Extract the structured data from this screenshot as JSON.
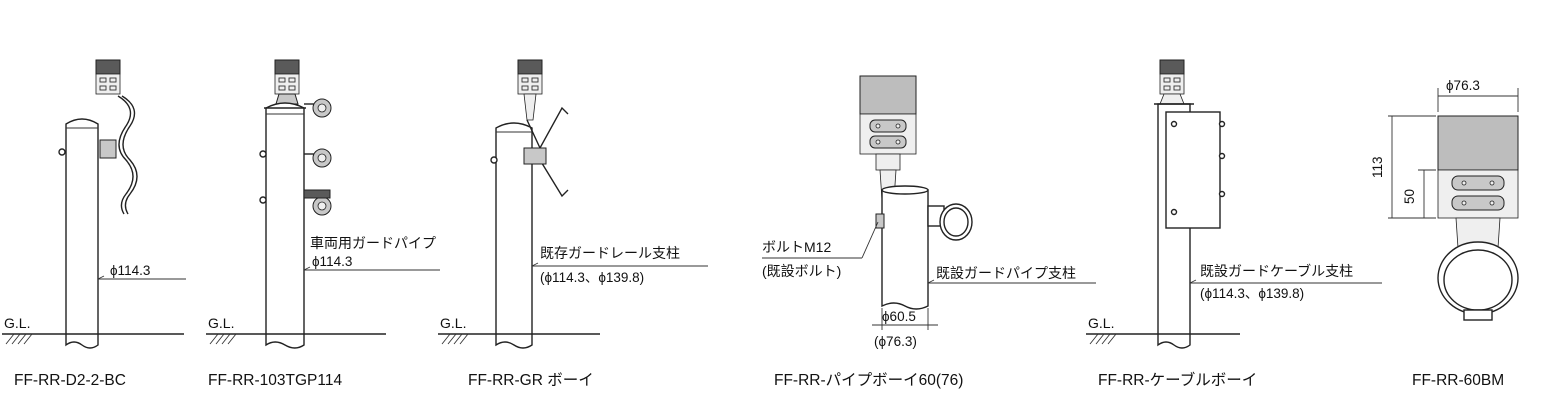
{
  "figures": [
    {
      "model": "FF-RR-D2-2-BC",
      "ground_label": "G.L.",
      "dimension": "ϕ114.3"
    },
    {
      "model": "FF-RR-103TGP114",
      "ground_label": "G.L.",
      "callout_line1": "車両用ガードパイプ",
      "callout_line2": "ϕ114.3"
    },
    {
      "model": "FF-RR-GR ボーイ",
      "ground_label": "G.L.",
      "callout_line1": "既存ガードレール支柱",
      "callout_line2": "(ϕ114.3、ϕ139.8)"
    },
    {
      "model": "FF-RR-パイプボーイ60(76)",
      "bolt_line1": "ボルトM12",
      "bolt_line2": "(既設ボルト)",
      "callout": "既設ガードパイプ支柱",
      "dim_primary": "ϕ60.5",
      "dim_secondary": "(ϕ76.3)"
    },
    {
      "model": "FF-RR-ケーブルボーイ",
      "ground_label": "G.L.",
      "callout_line1": "既設ガードケーブル支柱",
      "callout_line2": "(ϕ114.3、ϕ139.8)"
    },
    {
      "model": "FF-RR-60BM",
      "dim_top": "ϕ76.3",
      "dim_height": "113",
      "dim_lamp": "50"
    }
  ]
}
